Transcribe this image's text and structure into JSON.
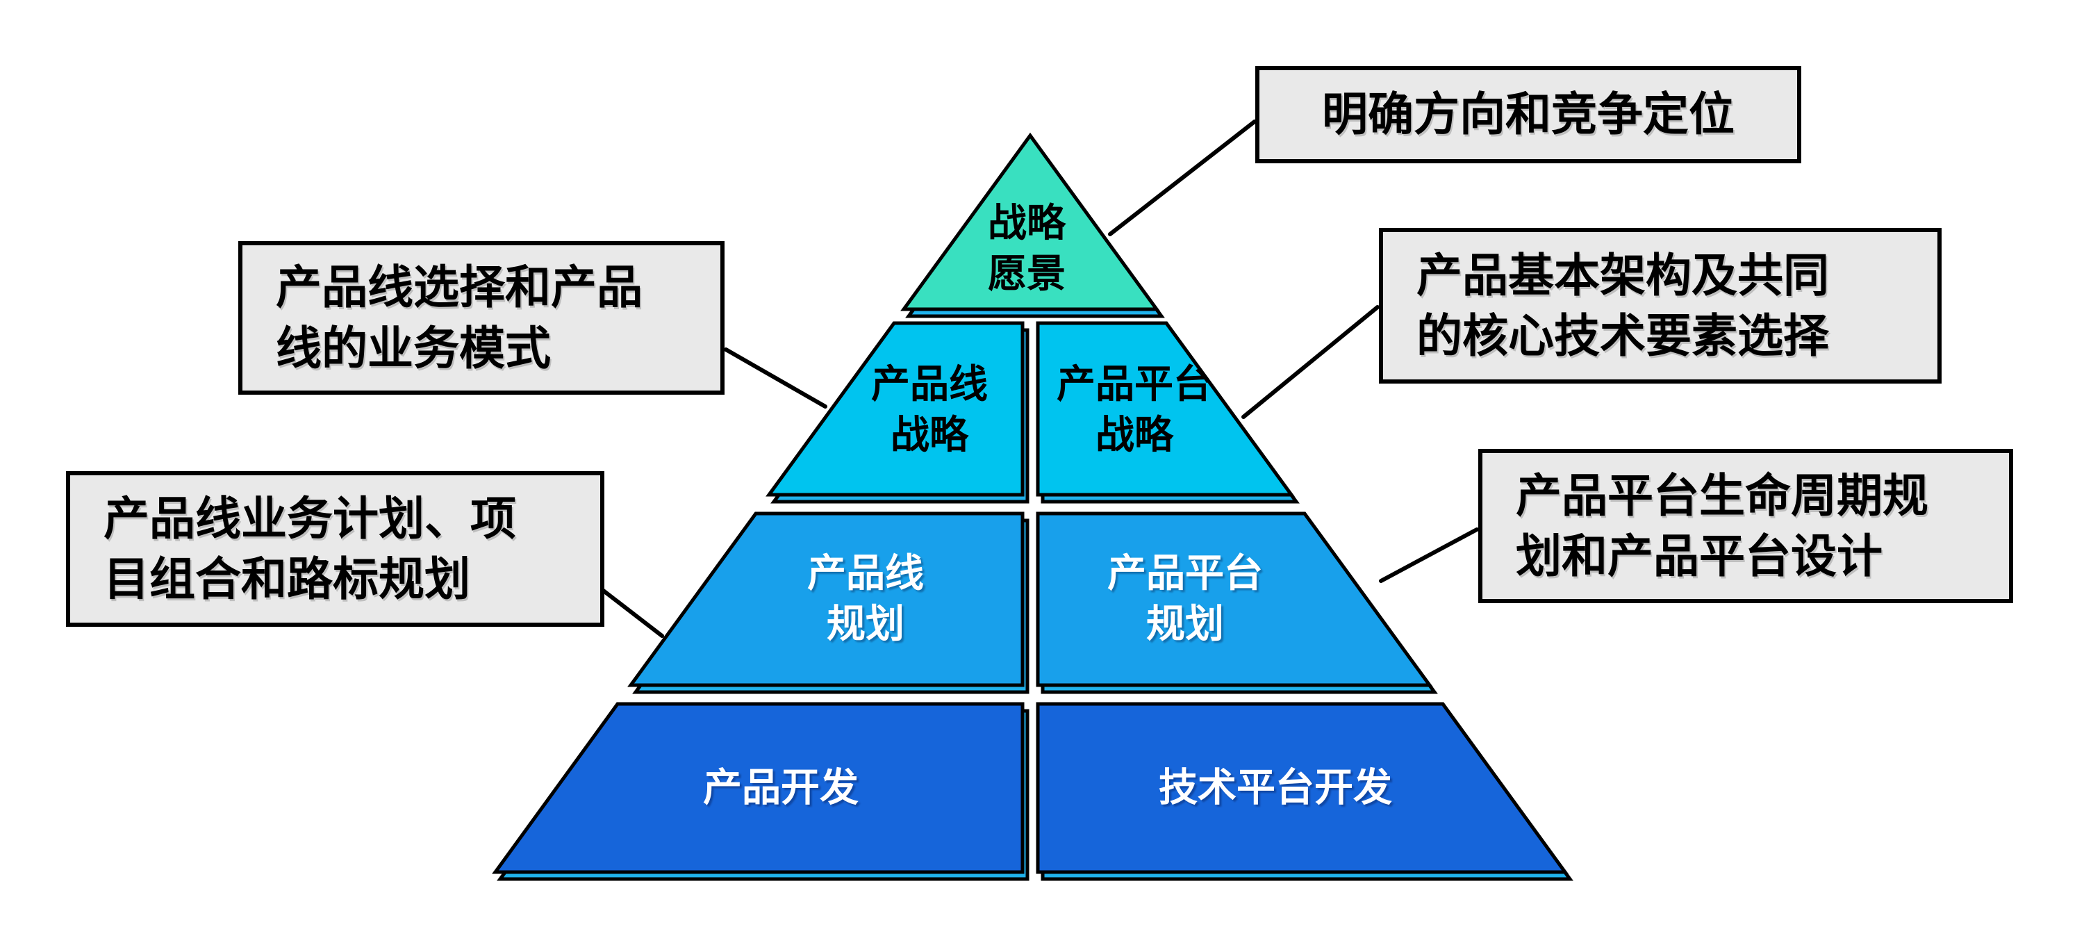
{
  "background_color": "#ffffff",
  "colors": {
    "outline": "#000000",
    "bevel_accent": "#20b2ec",
    "callout_background": "#e9e9e9",
    "callout_border": "#000000",
    "connector": "#000000"
  },
  "pyramid": {
    "levels": [
      {
        "name": "strategic-vision",
        "fill": "#39e0c0",
        "text_color": "#000000",
        "label": "战略\n愿景"
      },
      {
        "name": "strategy",
        "fill": "#00c4ef",
        "text_color": "#000000",
        "left_label": "产品线\n战略",
        "right_label": "产品平台\n战略"
      },
      {
        "name": "planning",
        "fill": "#18a0eb",
        "text_color": "#ffffff",
        "left_label": "产品线\n规划",
        "right_label": "产品平台\n规划"
      },
      {
        "name": "development",
        "fill": "#1665da",
        "text_color": "#ffffff",
        "left_label": "产品开发",
        "right_label": "技术平台开发"
      }
    ]
  },
  "callouts": {
    "vision_note": "明确方向和竞争定位",
    "line_strategy_note": "产品线选择和产品\n线的业务模式",
    "platform_strategy_note": "产品基本架构及共同\n的核心技术要素选择",
    "line_planning_note": "产品线业务计划、项\n目组合和路标规划",
    "platform_planning_note": "产品平台生命周期规\n划和产品平台设计"
  }
}
